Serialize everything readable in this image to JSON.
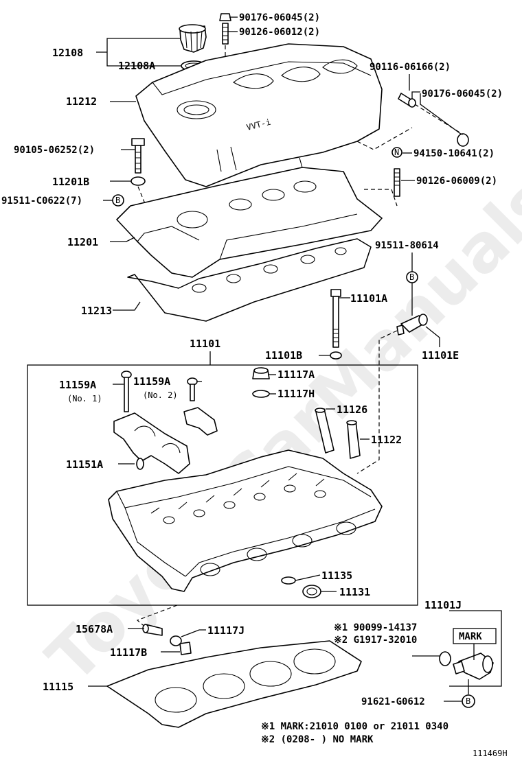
{
  "watermark": "ToyotaCarManuals",
  "figure_id": "111469H",
  "labels": {
    "p90176_06045_top": "90176-06045(2)",
    "p90126_06012": "90126-06012(2)",
    "p12108": "12108",
    "p12108A": "12108A",
    "p90116_06166": "90116-06166(2)",
    "p11212": "11212",
    "p90176_06045_right": "90176-06045(2)",
    "p90105_06252": "90105-06252(2)",
    "p94150_10641": "94150-10641(2)",
    "p11201B": "11201B",
    "p90126_06009": "90126-06009(2)",
    "p91511_C0622": "91511-C0622(7)",
    "p11201": "11201",
    "p91511_80614": "91511-80614",
    "p11101A": "11101A",
    "p11213": "11213",
    "p11101": "11101",
    "p11101B": "11101B",
    "p11101E": "11101E",
    "p11159A_1": "11159A",
    "p11159A_1_note": "(No. 1)",
    "p11159A_2": "11159A",
    "p11159A_2_note": "(No. 2)",
    "p11117A": "11117A",
    "p11117H": "11117H",
    "p11126": "11126",
    "p11122": "11122",
    "p11151A": "11151A",
    "p11135": "11135",
    "p11131": "11131",
    "p11101J": "11101J",
    "p15678A": "15678A",
    "p11117J": "11117J",
    "p11117B": "11117B",
    "note1_part": "※1 90099-14137",
    "note2_part": "※2 G1917-32010",
    "mark_box": "MARK",
    "p11115": "11115",
    "p91621_G0612": "91621-G0612",
    "footnote1": "※1 MARK:21010 0100 or 21011 0340",
    "footnote2": "※2 (0208-     ) NO MARK"
  },
  "callout_symbols": {
    "b": "B",
    "n": "N"
  }
}
